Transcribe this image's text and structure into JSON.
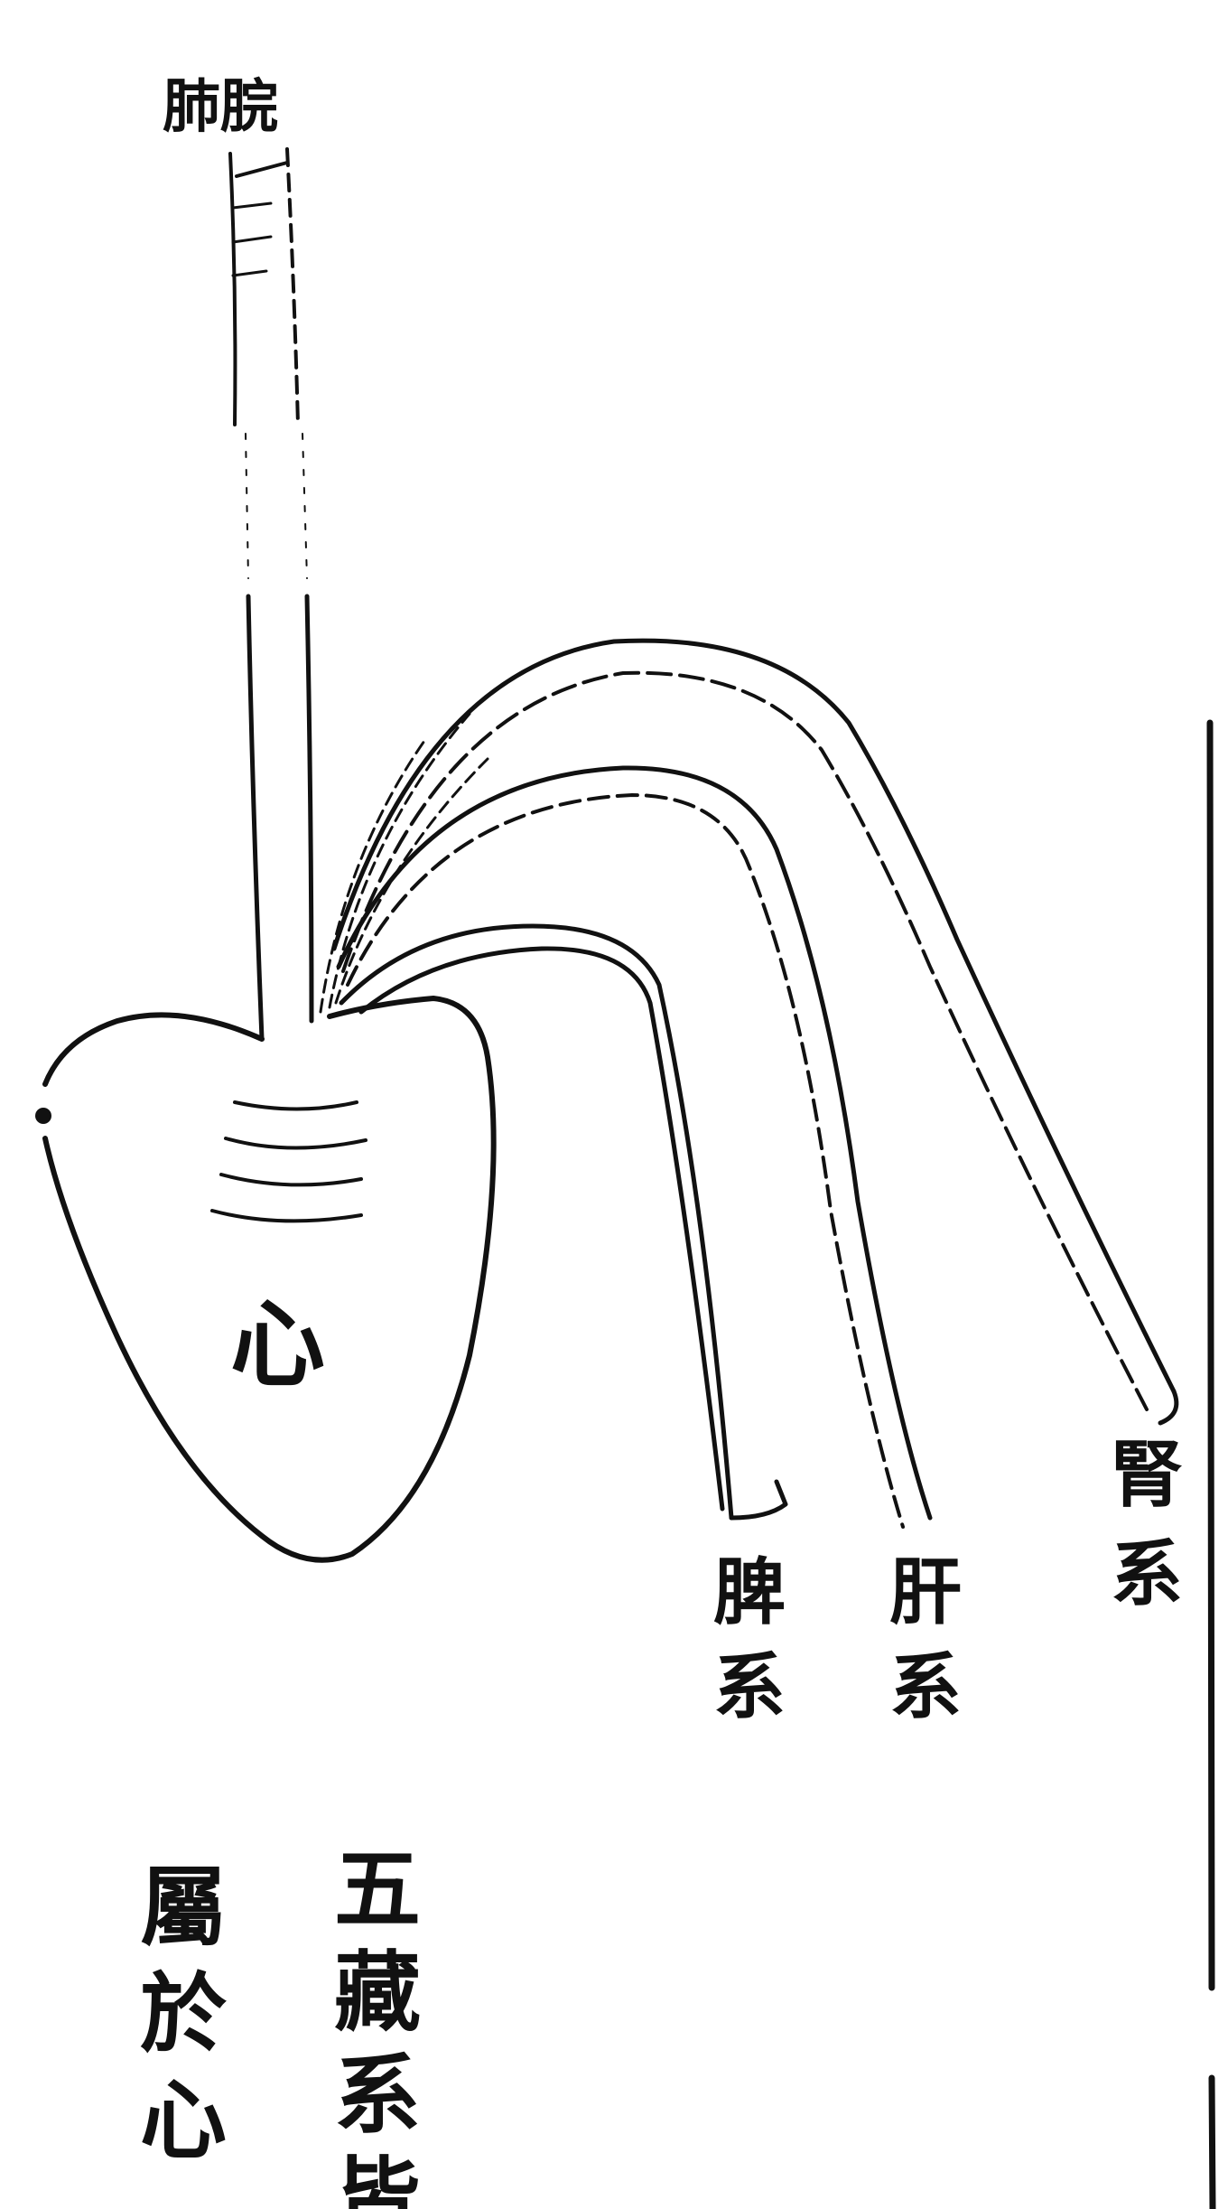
{
  "diagram": {
    "trachea_label": "肺脘",
    "heart_label": "心",
    "branches": [
      {
        "label_top": "脾",
        "label_bottom": "系"
      },
      {
        "label_top": "肝",
        "label_bottom": "系"
      },
      {
        "label_top": "腎",
        "label_bottom": "系"
      }
    ],
    "caption_right_column": "五藏系皆",
    "caption_left_column": "屬於心"
  },
  "colors": {
    "ink": "#111111",
    "paper": "#ffffff"
  }
}
